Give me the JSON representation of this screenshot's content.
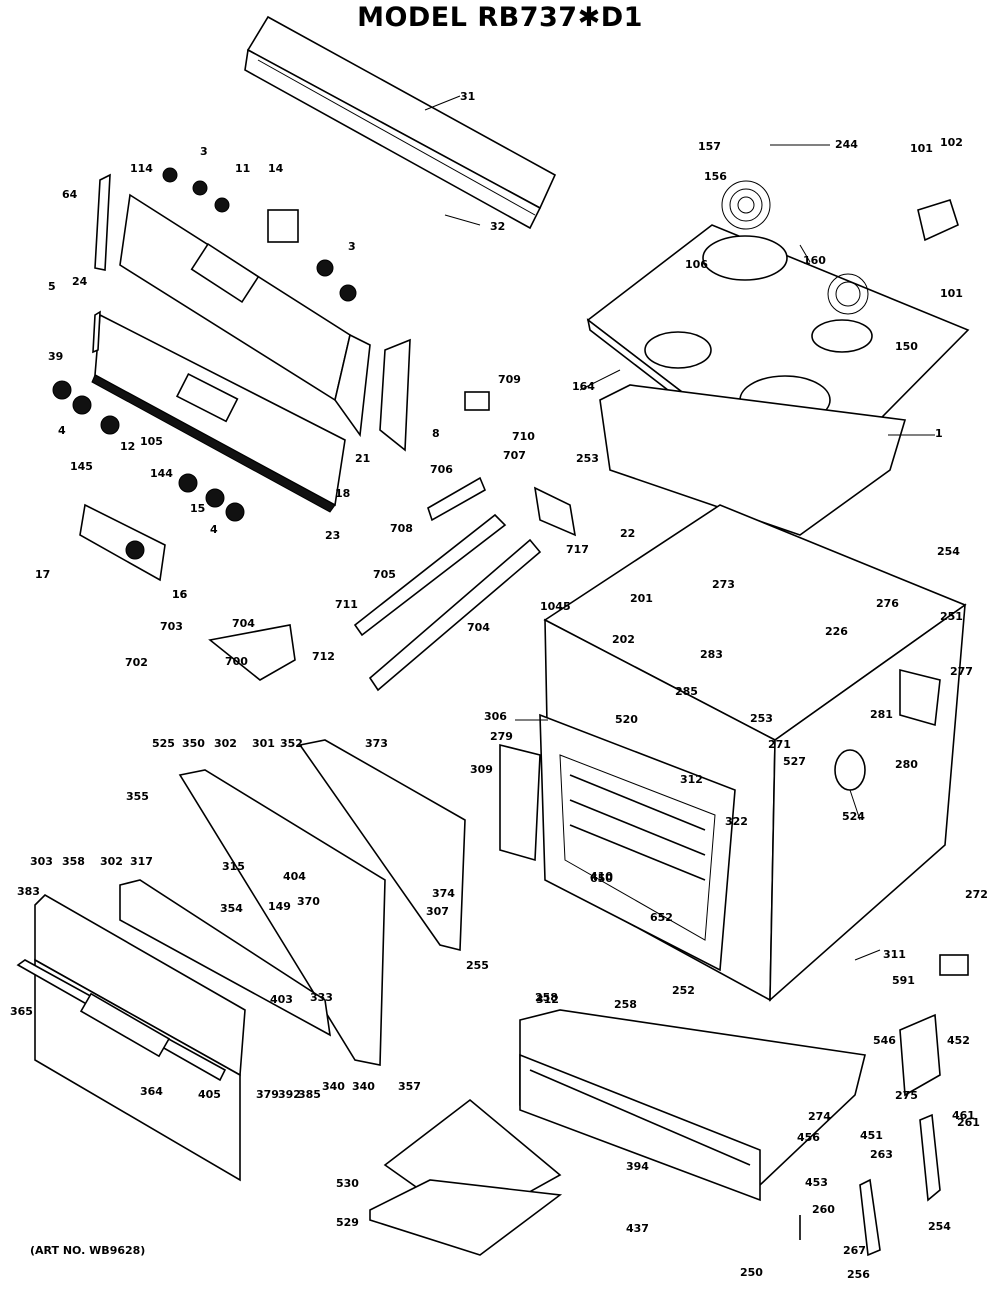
{
  "title": "MODEL RB737✱D1",
  "art_number": "(ART NO. WB9628)",
  "callouts": [
    "31",
    "32",
    "64",
    "114",
    "3",
    "11",
    "14",
    "3",
    "5",
    "24",
    "39",
    "4",
    "12",
    "145",
    "144",
    "105",
    "15",
    "4",
    "16",
    "18",
    "23",
    "21",
    "8",
    "709",
    "710",
    "706",
    "707",
    "708",
    "717",
    "705",
    "704",
    "711",
    "712",
    "17",
    "16",
    "704",
    "700",
    "703",
    "702",
    "157",
    "244",
    "101",
    "102",
    "156",
    "106",
    "160",
    "101",
    "150",
    "164",
    "1",
    "253",
    "22",
    "254",
    "276",
    "1045",
    "201",
    "273",
    "202",
    "226",
    "283",
    "285",
    "251",
    "306",
    "520",
    "253",
    "271",
    "277",
    "281",
    "280",
    "279",
    "309",
    "312",
    "322",
    "527",
    "524",
    "525",
    "350",
    "302",
    "301",
    "352",
    "373",
    "355",
    "303",
    "358",
    "302",
    "317",
    "315",
    "404",
    "354",
    "370",
    "374",
    "307",
    "383",
    "365",
    "364",
    "405",
    "149",
    "340",
    "379",
    "392",
    "385",
    "403",
    "333",
    "340",
    "357",
    "410",
    "650",
    "652",
    "255",
    "312",
    "258",
    "258",
    "252",
    "311",
    "591",
    "272",
    "546",
    "452",
    "275",
    "274",
    "456",
    "451",
    "453",
    "461",
    "394",
    "437",
    "530",
    "529",
    "261",
    "263",
    "260",
    "267",
    "256",
    "254",
    "250"
  ]
}
